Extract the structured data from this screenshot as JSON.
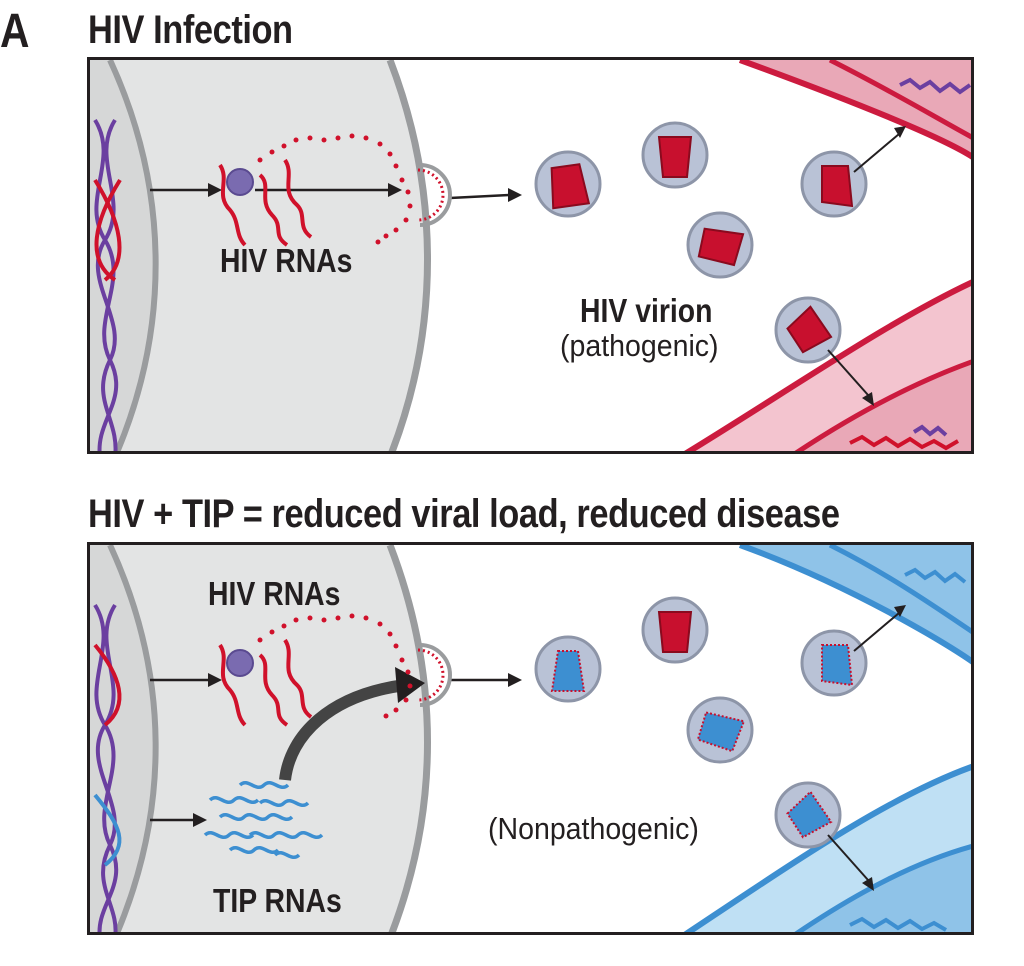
{
  "figure_letter": "A",
  "panels": [
    {
      "title": "HIV Infection",
      "labels": {
        "rnas": "HIV RNAs",
        "virion": "HIV virion",
        "virion_note": "(pathogenic)"
      }
    },
    {
      "title": "HIV + TIP = reduced viral load, reduced disease",
      "labels": {
        "rnas": "HIV RNAs",
        "tip_rnas": "TIP RNAs",
        "virion_note": "(Nonpathogenic)"
      }
    }
  ],
  "colors": {
    "hiv_red": "#d0112b",
    "tip_blue": "#3d8fd1",
    "dna_purple": "#6b3fa0",
    "cell_gray": "#e3e4e4",
    "nucleus_gray": "#d6d7d7",
    "membrane_gray": "#9a9c9e",
    "virion_body": "#b9c2d6",
    "target_pink": "#f3c4cf",
    "target_blue": "#8fc3e8"
  }
}
